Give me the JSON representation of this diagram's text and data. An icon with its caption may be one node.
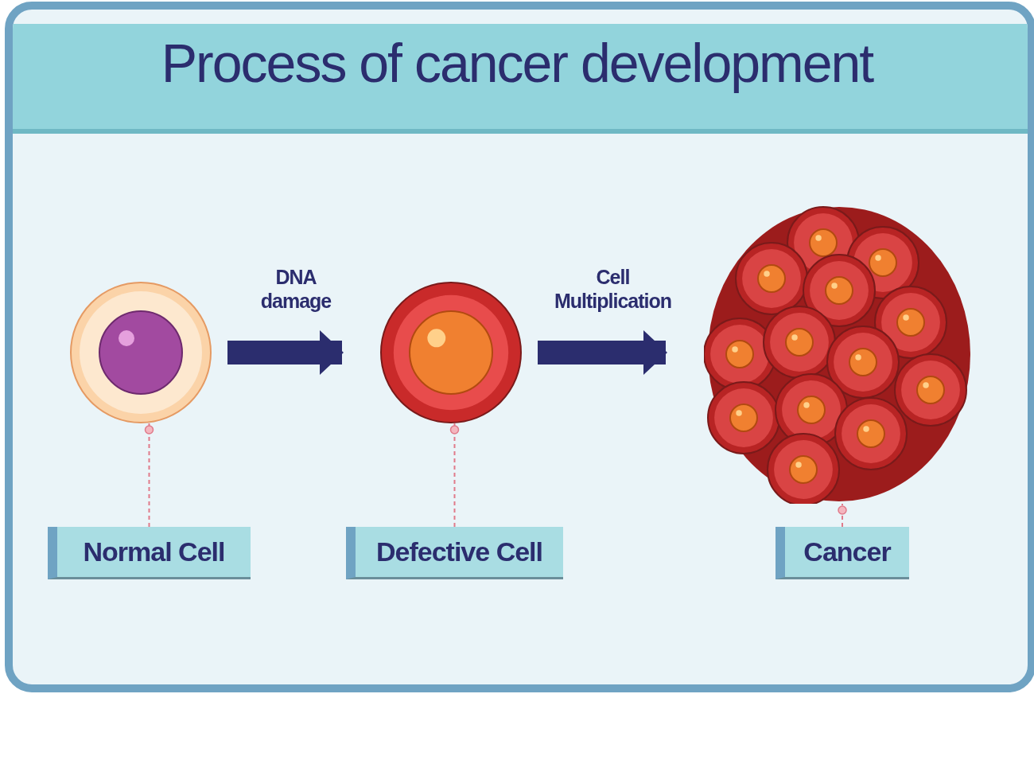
{
  "diagram": {
    "title": "Process of cancer development",
    "nodes": [
      {
        "text": [],
        "shape": "picture"
      },
      {
        "text": [],
        "shape": "picture"
      },
      {
        "text": [],
        "shape": "picture"
      },
      {
        "text": [
          "Normal Cell"
        ]
      },
      {
        "text": [
          "Defective Cell"
        ]
      },
      {
        "text": [
          "Cancer"
        ]
      }
    ],
    "edges": [
      {
        "from": 0,
        "to": 1,
        "arrow": "to",
        "label": "DNA damage",
        "style": "thick",
        "color": "#2b2d6e"
      },
      {
        "from": 1,
        "to": 2,
        "arrow": "to",
        "label": "Cell Multiplication",
        "style": "thick",
        "color": "#2b2d6e"
      },
      {
        "from": 3,
        "to": 0,
        "arrow": "other",
        "style": "dashed"
      },
      {
        "from": 4,
        "to": 1,
        "arrow": "other",
        "style": "dashed"
      },
      {
        "from": 5,
        "to": 2,
        "arrow": "other",
        "style": "dashed"
      }
    ]
  }
}
